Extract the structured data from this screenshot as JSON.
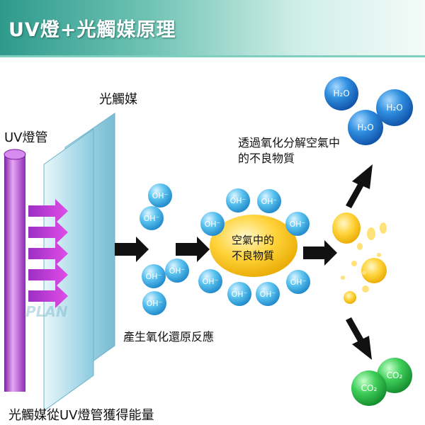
{
  "title": "UV燈+光觸媒原理",
  "labels": {
    "uv_lamp": "UV燈管",
    "photocatalyst": "光觸媒",
    "decompose_line1": "透過氧化分解空氣中",
    "decompose_line2": "的不良物質",
    "reaction": "產生氧化還原反應",
    "bottom_caption": "光觸媒從UV燈管獲得能量",
    "pollutant_line1": "空氣中的",
    "pollutant_line2": "不良物質",
    "watermark": "PLAN"
  },
  "hydroxyl_label": "OH⁻",
  "water_label": "H₂O",
  "co2_label": "CO₂",
  "colors": {
    "banner_dark": "#2e9a8c",
    "hydroxyl_blue": "#2aa7e0",
    "water_blue": "#1b75c9",
    "co2_green": "#2db84a",
    "pollutant_yellow": "#f5c518",
    "lamp_purple": "#a03ac8",
    "arrow_magenta": "#c433d6",
    "panel_blue": "#9fd6e6"
  }
}
